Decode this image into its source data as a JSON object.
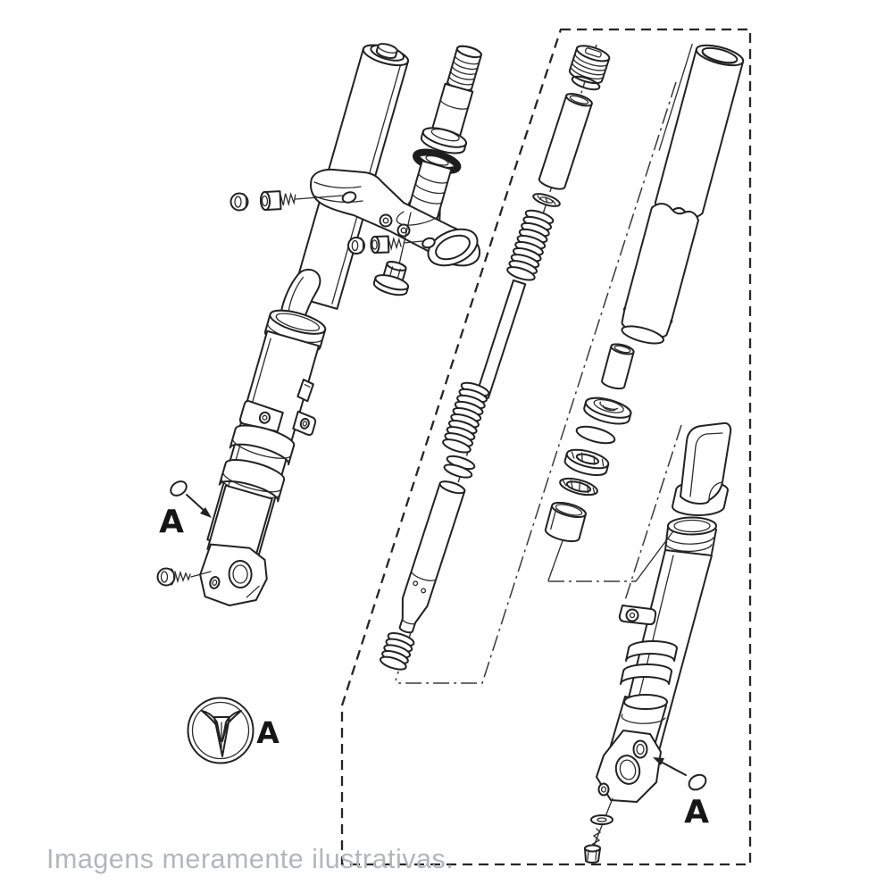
{
  "page": {
    "background": "#ffffff",
    "line_color": "#222222"
  },
  "diagram": {
    "kind": "exploded-parts-diagram",
    "border_style": "dashed",
    "callouts": [
      {
        "id": "left",
        "label": "A"
      },
      {
        "id": "badge",
        "label": "A"
      },
      {
        "id": "right",
        "label": "A"
      }
    ],
    "badge": {
      "icon": "yamaha-mt-emblem"
    }
  },
  "footer": {
    "disclaimer": "Imagens meramente ilustrativas.",
    "color": "#b4b7b9"
  }
}
